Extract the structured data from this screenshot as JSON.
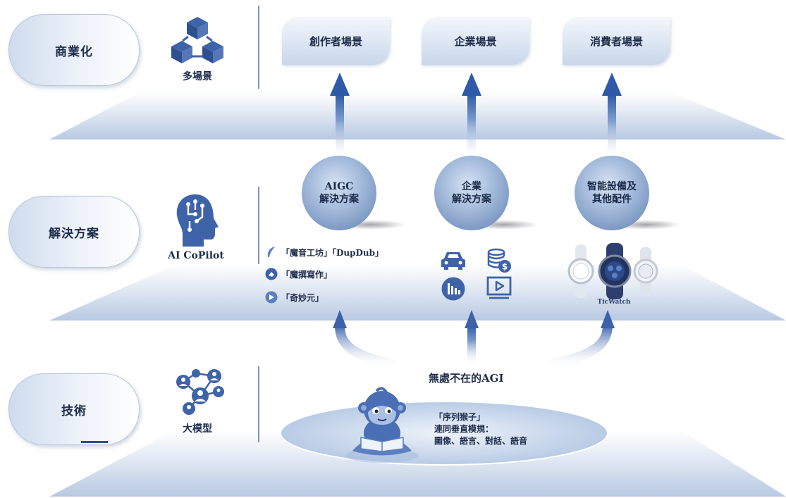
{
  "layers": {
    "commercial": {
      "label": "商業化",
      "icon": "blocks-icon",
      "sub_label": "多場景"
    },
    "solution": {
      "label": "解決方案",
      "icon": "ai-brain-head-icon",
      "sub_label": "AI CoPilot"
    },
    "tech": {
      "label": "技術",
      "icon": "network-people-icon",
      "sub_label": "大模型"
    }
  },
  "scenarios": [
    "創作者場景",
    "企業場景",
    "消費者場景"
  ],
  "solutions": [
    {
      "line1": "AIGC",
      "line2": "解決方案"
    },
    {
      "line1": "企業",
      "line2": "解決方案"
    },
    {
      "line1": "智能設備及",
      "line2": "其他配件"
    }
  ],
  "aigc_products": [
    {
      "icon": "feather-icon",
      "label": "「魔音工坊」「DupDub」"
    },
    {
      "icon": "hand-pen-icon",
      "label": "「魔撰寫作」"
    },
    {
      "icon": "triangle-play-icon",
      "label": "「奇妙元」"
    }
  ],
  "enterprise_icons": [
    "car-icon",
    "coin-stack-icon",
    "bar-chart-icon",
    "video-play-icon"
  ],
  "watch_brand": "TicWatch",
  "agi_title": "無處不在的AGI",
  "model": {
    "line1": "「序列猴子」",
    "line2": "連同垂直模規：",
    "line3": "圖像、語言、對話、語音"
  },
  "colors": {
    "accent": "#3e63a8",
    "dark_text": "#1d2c4a",
    "platform": "#c9d6ea"
  }
}
